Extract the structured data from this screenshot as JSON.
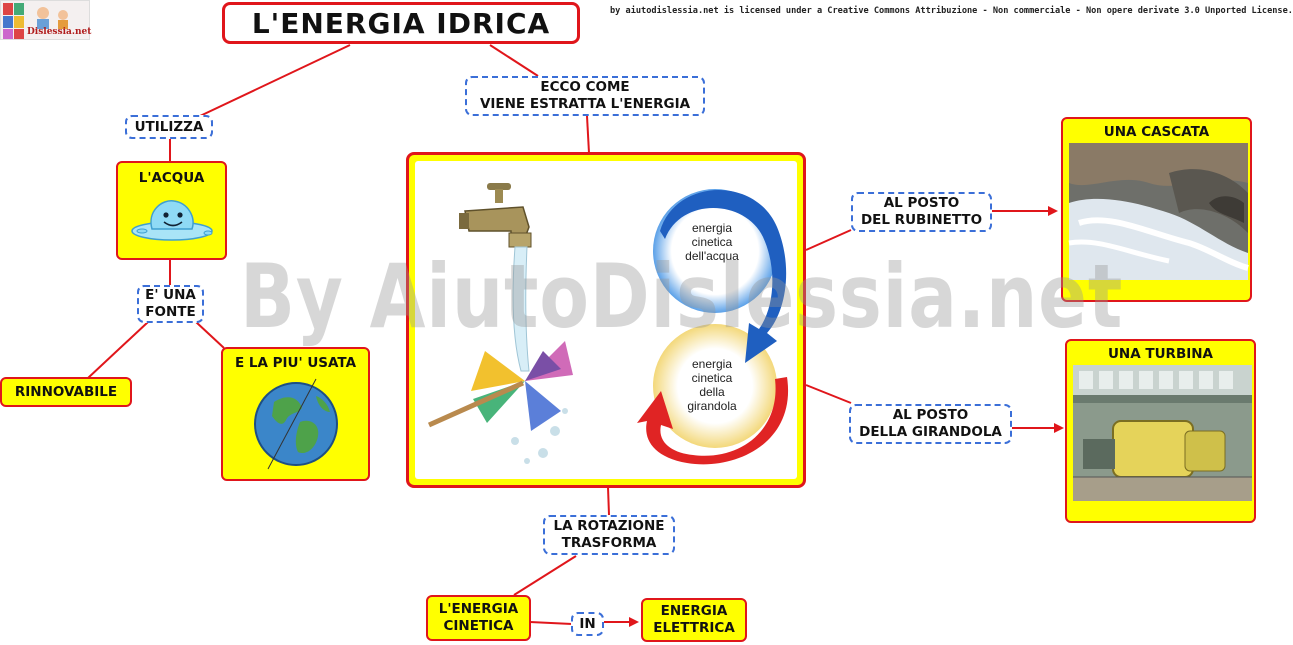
{
  "title": "L'ENERGIA IDRICA",
  "license": "by aiutodislessia.net is licensed under a Creative Commons Attribuzione - Non commerciale - Non opere derivate 3.0 Unported License.",
  "watermark": "By AiutoDislessia.net",
  "logo_text": "Dislessia.net",
  "nodes": {
    "utilizza": "UTILIZZA",
    "acqua": "L'ACQUA",
    "fonte": [
      "E' UNA",
      "FONTE"
    ],
    "rinnovabile": "RINNOVABILE",
    "piu_usata": "E LA PIU' USATA",
    "estratta": [
      "ECCO COME",
      "VIENE ESTRATTA L'ENERGIA"
    ],
    "rubinetto": [
      "AL POSTO",
      "DEL RUBINETTO"
    ],
    "girandola": [
      "AL POSTO",
      "DELLA GIRANDOLA"
    ],
    "cascata": "UNA CASCATA",
    "turbina": "UNA TURBINA",
    "rotazione": [
      "LA ROTAZIONE",
      "TRASFORMA"
    ],
    "cinetica": [
      "L'ENERGIA",
      "CINETICA"
    ],
    "in": "IN",
    "elettrica": [
      "ENERGIA",
      "ELETTRICA"
    ]
  },
  "diagram_labels": {
    "acqua_circle": [
      "energia",
      "cinetica",
      "dell'acqua"
    ],
    "girandola_circle": [
      "energia",
      "cinetica",
      "della",
      "girandola"
    ]
  },
  "colors": {
    "border_red": "#e0161b",
    "dash_blue": "#3b6fd8",
    "box_yellow": "#ffff00",
    "arrow_blue": "#1f5fc0",
    "arrow_red": "#e02424"
  }
}
